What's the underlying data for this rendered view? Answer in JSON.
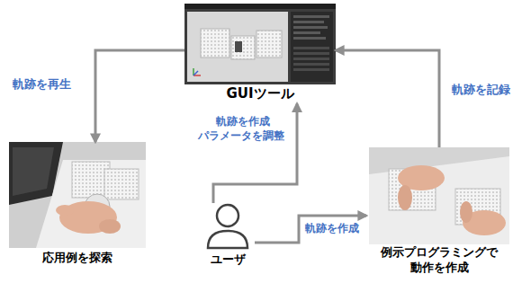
{
  "diagram": {
    "nodes": [
      {
        "text": [
          "GUIツール"
        ]
      },
      {
        "text": [
          "応用例を探索"
        ]
      },
      {
        "text": [
          "ユーザ"
        ]
      },
      {
        "text": [
          "例示プログラミングで 動作を作成"
        ]
      }
    ],
    "edges": [
      {
        "from": 0,
        "to": 1,
        "label": "軌跡を再生",
        "arrow": "to"
      },
      {
        "from": 2,
        "to": 0,
        "label": "軌跡を作成 パラメータを調整",
        "arrow": "to"
      },
      {
        "from": 2,
        "to": 3,
        "label": "軌跡を作成",
        "arrow": "to"
      },
      {
        "from": 3,
        "to": 0,
        "label": "軌跡を記録",
        "arrow": "to"
      }
    ]
  }
}
